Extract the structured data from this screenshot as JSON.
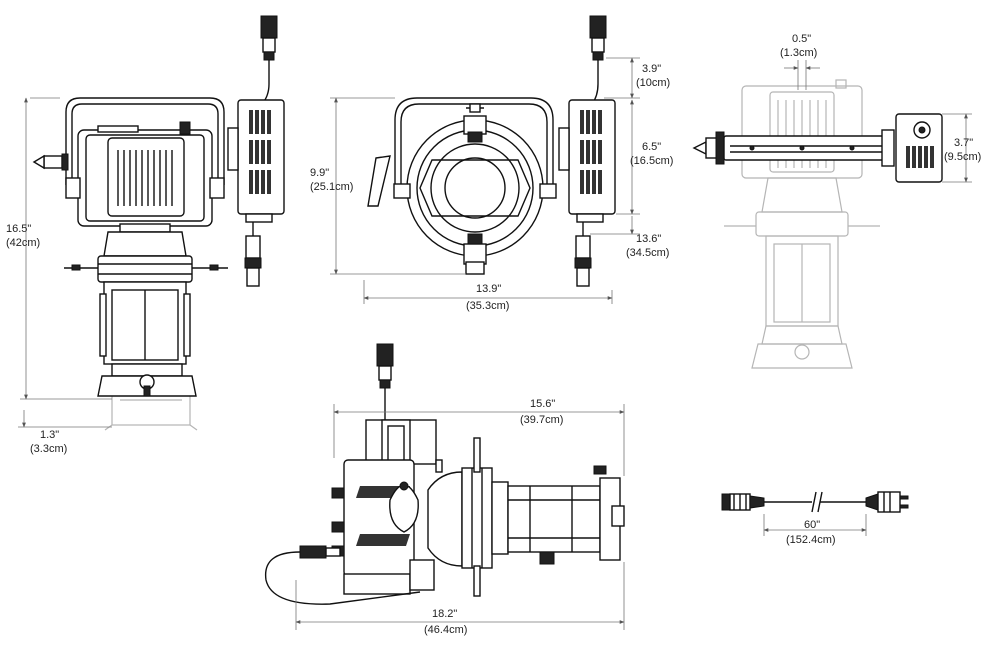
{
  "dimensions": {
    "front_height": {
      "imperial": "16.5\"",
      "metric": "(42cm)"
    },
    "front_bottom": {
      "imperial": "1.3\"",
      "metric": "(3.3cm)"
    },
    "side_height": {
      "imperial": "9.9\"",
      "metric": "(25.1cm)"
    },
    "side_width": {
      "imperial": "13.9\"",
      "metric": "(35.3cm)"
    },
    "connector_top": {
      "imperial": "3.9\"",
      "metric": "(10cm)"
    },
    "box_height": {
      "imperial": "6.5\"",
      "metric": "(16.5cm)"
    },
    "connector_bottom": {
      "imperial": "13.6\"",
      "metric": "(34.5cm)"
    },
    "top_offset": {
      "imperial": "0.5\"",
      "metric": "(1.3cm)"
    },
    "top_box": {
      "imperial": "3.7\"",
      "metric": "(9.5cm)"
    },
    "profile_width": {
      "imperial": "15.6\"",
      "metric": "(39.7cm)"
    },
    "profile_length": {
      "imperial": "18.2\"",
      "metric": "(46.4cm)"
    },
    "cable_length": {
      "imperial": "60\"",
      "metric": "(152.4cm)"
    }
  },
  "colors": {
    "line": "#111111",
    "ghost": "#b5b5b5",
    "dimension": "#777777"
  }
}
